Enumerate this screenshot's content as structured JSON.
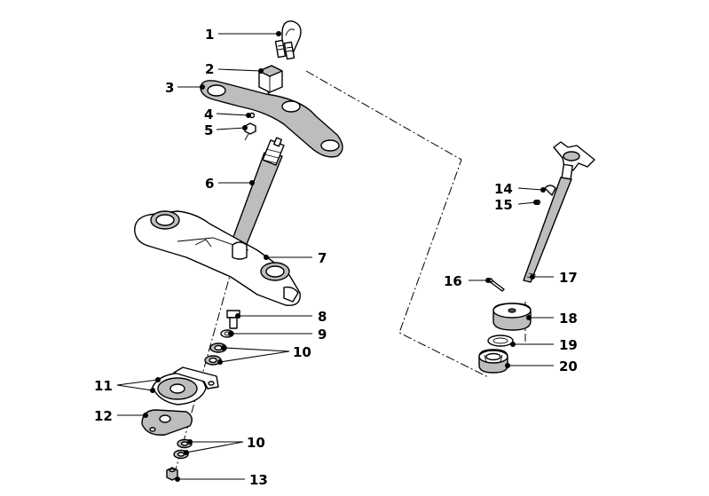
{
  "callouts": [
    {
      "id": "c1",
      "label": "1"
    },
    {
      "id": "c2",
      "label": "2"
    },
    {
      "id": "c3",
      "label": "3"
    },
    {
      "id": "c4",
      "label": "4"
    },
    {
      "id": "c5",
      "label": "5"
    },
    {
      "id": "c6",
      "label": "6"
    },
    {
      "id": "c7",
      "label": "7"
    },
    {
      "id": "c8",
      "label": "8"
    },
    {
      "id": "c9",
      "label": "9"
    },
    {
      "id": "c10a",
      "label": "10"
    },
    {
      "id": "c10b",
      "label": "10"
    },
    {
      "id": "c11",
      "label": "11"
    },
    {
      "id": "c12",
      "label": "12"
    },
    {
      "id": "c13",
      "label": "13"
    },
    {
      "id": "c14",
      "label": "14"
    },
    {
      "id": "c15",
      "label": "15"
    },
    {
      "id": "c16",
      "label": "16"
    },
    {
      "id": "c17",
      "label": "17"
    },
    {
      "id": "c18",
      "label": "18"
    },
    {
      "id": "c19",
      "label": "19"
    },
    {
      "id": "c20",
      "label": "20"
    }
  ]
}
